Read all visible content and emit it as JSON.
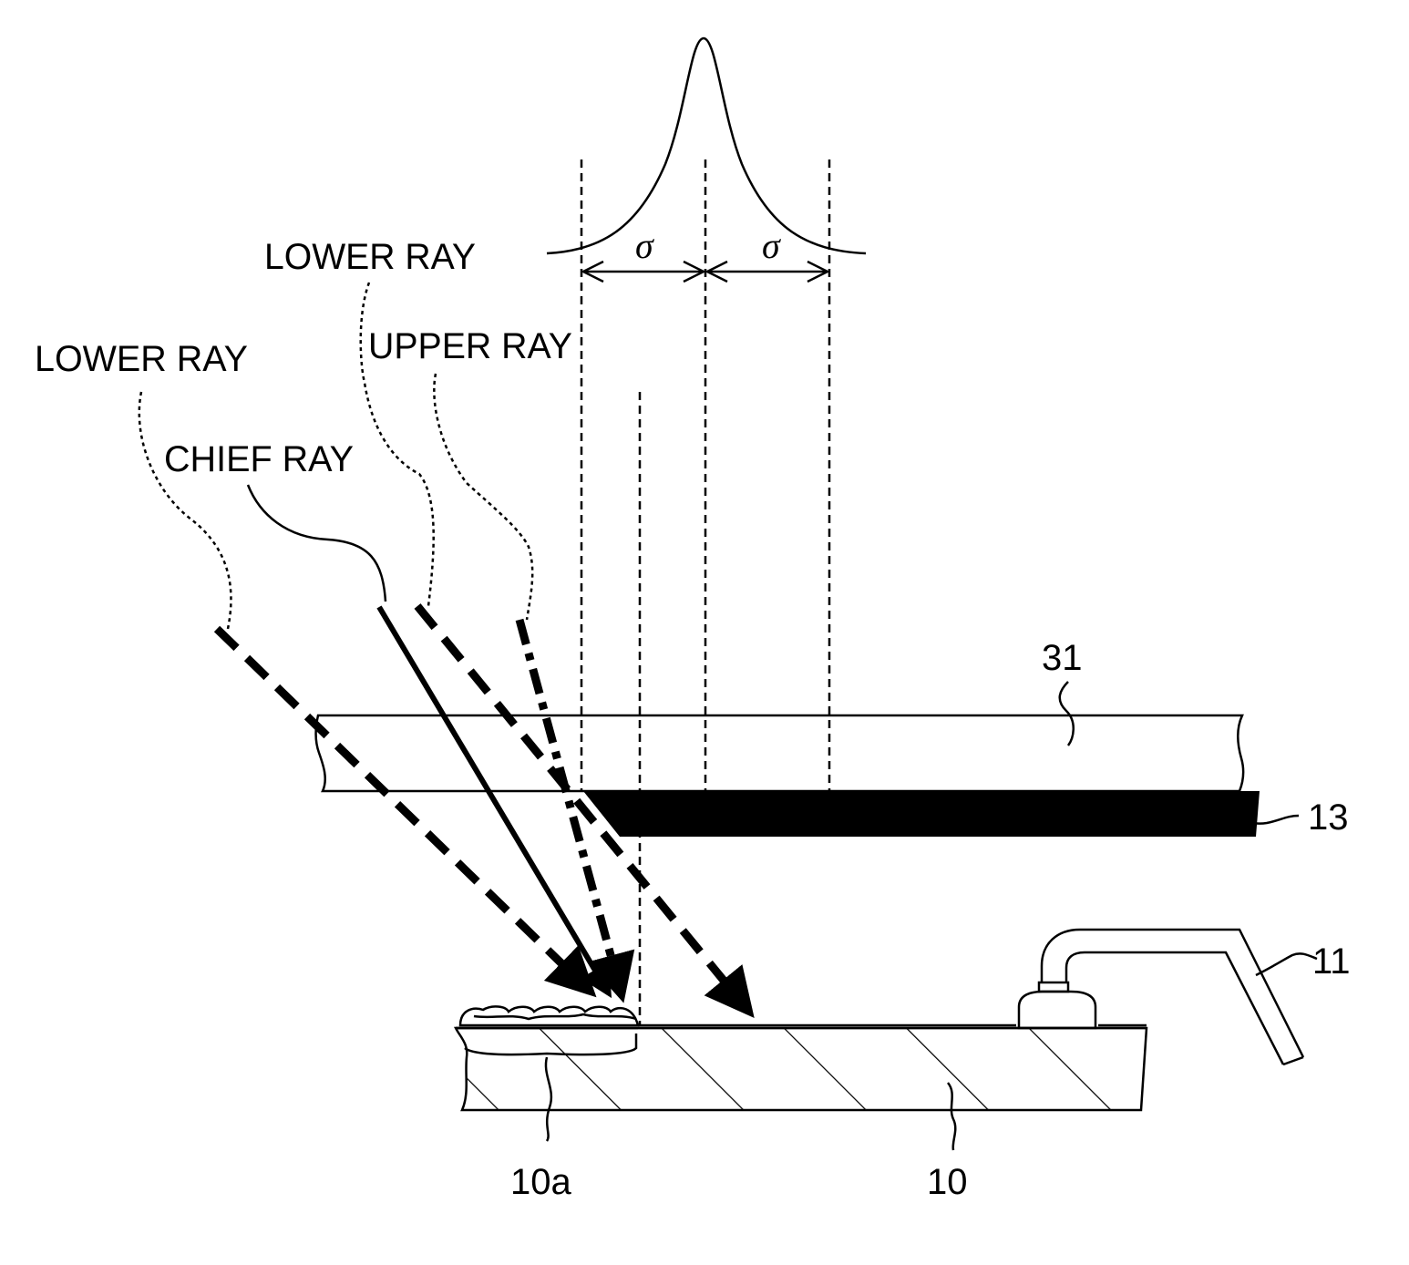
{
  "labels": {
    "lower_ray_1": "LOWER RAY",
    "lower_ray_2": "LOWER RAY",
    "upper_ray": "UPPER RAY",
    "chief_ray": "CHIEF RAY",
    "sigma_left": "σ",
    "sigma_right": "σ",
    "ref_31": "31",
    "ref_13": "13",
    "ref_11": "11",
    "ref_10": "10",
    "ref_10a": "10a"
  }
}
